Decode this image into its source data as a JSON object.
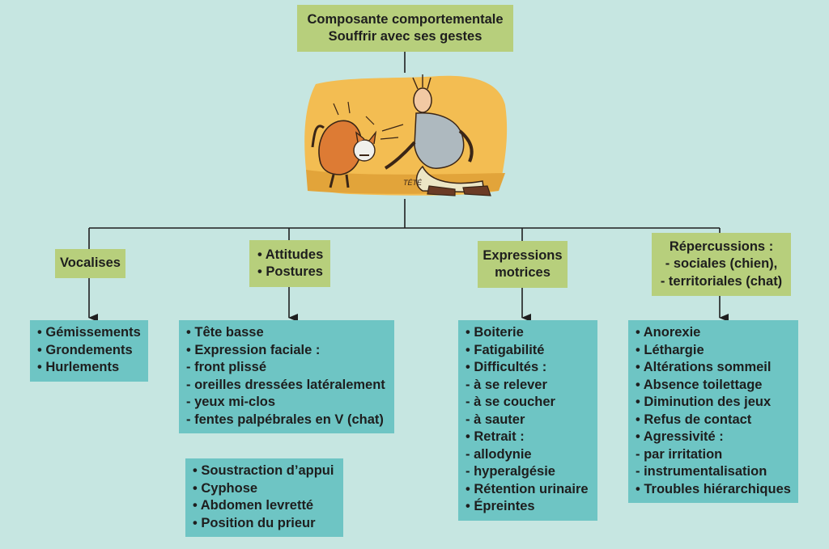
{
  "root": {
    "line1": "Composante comportementale",
    "line2": "Souffrir avec ses gestes"
  },
  "illustration": {
    "signature": "TÉTÉ"
  },
  "categories": [
    {
      "lines": [
        "Vocalises"
      ]
    },
    {
      "lines": [
        "• Attitudes",
        "• Postures"
      ]
    },
    {
      "lines": [
        "Expressions",
        "motrices"
      ]
    },
    {
      "lines": [
        "Répercussions :",
        "- sociales (chien),",
        "- territoriales (chat)"
      ]
    }
  ],
  "lists": {
    "vocalises": [
      "• Gémissements",
      "• Grondements",
      "• Hurlements"
    ],
    "attitudes": [
      "• Tête basse",
      "• Expression faciale :",
      "- front plissé",
      "- oreilles dressées latéralement",
      "- yeux mi-clos",
      "- fentes palpébrales en V  (chat)"
    ],
    "postures": [
      "• Soustraction d’appui",
      "• Cyphose",
      "• Abdomen levretté",
      "• Position du prieur"
    ],
    "motrices": [
      "• Boiterie",
      "• Fatigabilité",
      "• Difficultés :",
      "- à se relever",
      "- à se coucher",
      "- à sauter",
      "• Retrait :",
      "- allodynie",
      "- hyperalgésie",
      "• Rétention urinaire",
      "• Épreintes"
    ],
    "repercussions": [
      "• Anorexie",
      "• Léthargie",
      "• Altérations sommeil",
      "• Absence toilettage",
      "• Diminution des jeux",
      "• Refus de contact",
      "• Agressivité :",
      "- par irritation",
      "- instrumentalisation",
      "• Troubles hiérarchiques"
    ]
  },
  "colors": {
    "background": "#c6e6e1",
    "green_box": "#b7cf7c",
    "teal_box": "#6ec5c4",
    "line": "#1f1f1f"
  }
}
